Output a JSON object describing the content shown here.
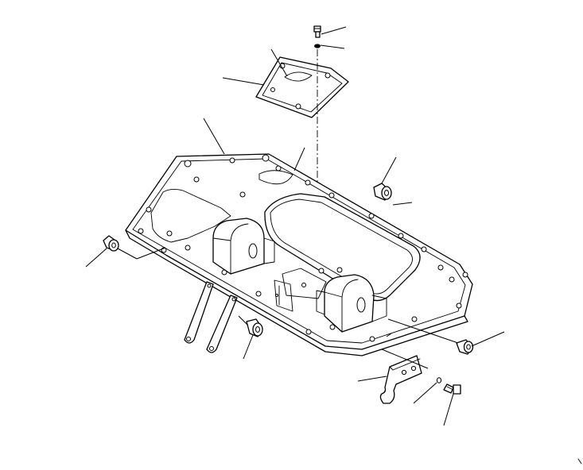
{
  "diagram": {
    "kind": "exploded-parts-drawing",
    "parts": [
      {
        "id": "bolt-top",
        "name": "bolt"
      },
      {
        "id": "washer-top",
        "name": "washer"
      },
      {
        "id": "cover-plate",
        "name": "cover"
      },
      {
        "id": "cover-gasket",
        "name": "gasket"
      },
      {
        "id": "floor-frame-plate",
        "name": "frame"
      },
      {
        "id": "plate-gasket",
        "name": "gasket"
      },
      {
        "id": "bushing-upper-right",
        "name": "bushing"
      },
      {
        "id": "bushing-left",
        "name": "bushing"
      },
      {
        "id": "bushing-lower-center",
        "name": "bushing"
      },
      {
        "id": "bushing-lower-right",
        "name": "bushing"
      },
      {
        "id": "bracket-plate",
        "name": "bracket"
      },
      {
        "id": "washer-bottom",
        "name": "washer"
      },
      {
        "id": "bolt-bottom",
        "name": "bolt"
      }
    ],
    "colors": {
      "line": "#000000",
      "background": "#ffffff"
    }
  }
}
